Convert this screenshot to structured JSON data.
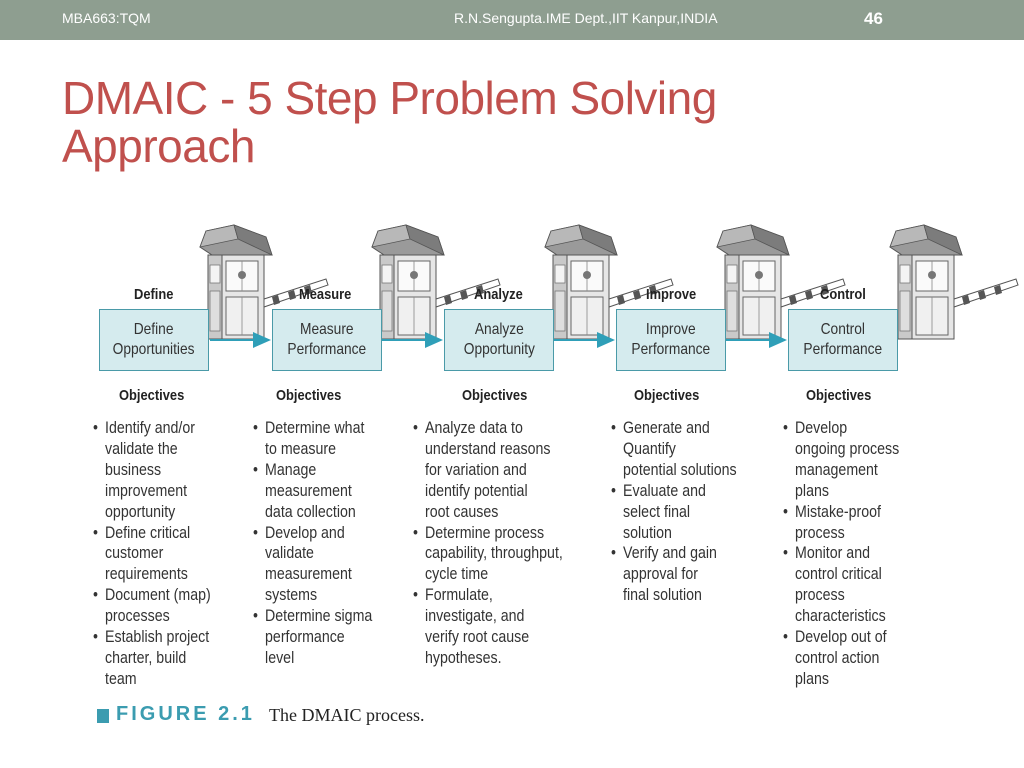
{
  "header": {
    "course": "MBA663:TQM",
    "author": "R.N.Sengupta.IME Dept.,IIT Kanpur,INDIA",
    "page_number": "46"
  },
  "slide": {
    "title_line1": "DMAIC - 5 Step Problem Solving",
    "title_line2": "Approach"
  },
  "stages": [
    {
      "heading": "Define",
      "box": "Define\nOpportunities",
      "objectives_heading": "Objectives",
      "objectives": [
        "Identify and/or\nvalidate the\nbusiness\nimprovement\nopportunity",
        "Define critical\ncustomer\nrequirements",
        "Document (map)\nprocesses",
        "Establish project\ncharter, build\nteam"
      ]
    },
    {
      "heading": "Measure",
      "box": "Measure\nPerformance",
      "objectives_heading": "Objectives",
      "objectives": [
        "Determine what\nto measure",
        "Manage\nmeasurement\ndata collection",
        "Develop and\nvalidate\nmeasurement\nsystems",
        "Determine sigma\nperformance\nlevel"
      ]
    },
    {
      "heading": "Analyze",
      "box": "Analyze\nOpportunity",
      "objectives_heading": "Objectives",
      "objectives": [
        "Analyze data to\nunderstand reasons\nfor variation and\nidentify potential\nroot causes",
        "Determine process\ncapability, throughput,\ncycle time",
        "Formulate,\ninvestigate, and\nverify root cause\nhypotheses."
      ]
    },
    {
      "heading": "Improve",
      "box": "Improve\nPerformance",
      "objectives_heading": "Objectives",
      "objectives": [
        "Generate and\nQuantify\npotential solutions",
        "Evaluate and\nselect final\nsolution",
        "Verify and gain\napproval for\nfinal solution"
      ]
    },
    {
      "heading": "Control",
      "box": "Control\nPerformance",
      "objectives_heading": "Objectives",
      "objectives": [
        "Develop\nongoing process\nmanagement\nplans",
        "Mistake-proof\nprocess",
        "Monitor and\ncontrol critical\nprocess\ncharacteristics",
        "Develop out of\ncontrol action\nplans"
      ]
    }
  ],
  "figure": {
    "label": "FIGURE 2.1",
    "caption": "The DMAIC process."
  },
  "colors": {
    "header_bar": "#8e9e90",
    "title": "#c0504d",
    "box_fill": "#d5ebee",
    "box_border": "#4a9aa8",
    "arrow": "#2f9fb8",
    "figure_label": "#3b9cb0"
  }
}
